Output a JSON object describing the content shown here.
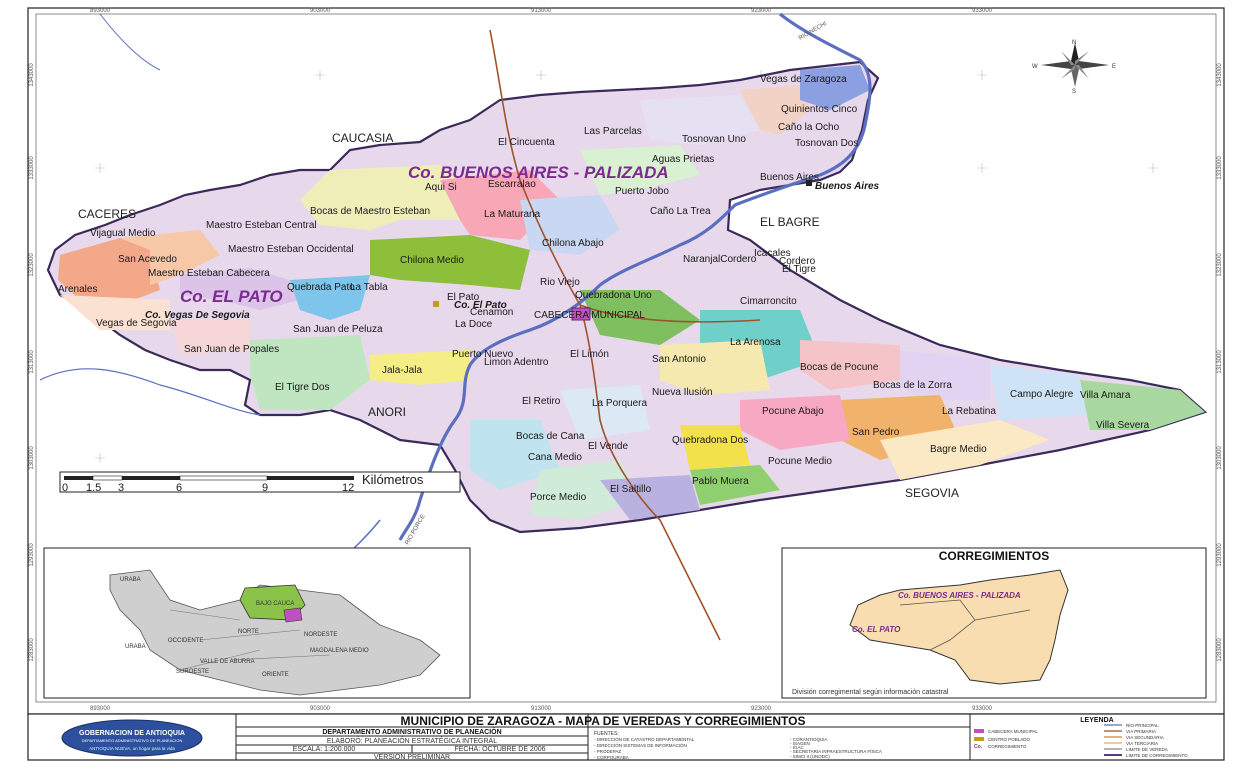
{
  "compass": {
    "n": "N",
    "s": "S",
    "e": "E",
    "w": "W"
  },
  "coords_top": [
    "893000",
    "903000",
    "913000",
    "923000",
    "933000"
  ],
  "coords_bottom": [
    "893000",
    "903000",
    "913000",
    "923000",
    "933000"
  ],
  "coords_left": [
    "1343000",
    "1333000",
    "1323000",
    "1313000",
    "1303000",
    "1293000",
    "1283000"
  ],
  "coords_right": [
    "1343000",
    "1333000",
    "1323000",
    "1313000",
    "1303000",
    "1293000",
    "1283000"
  ],
  "municipalities": {
    "caucasia": "CAUCASIA",
    "caceres": "CACERES",
    "el_bagre": "EL BAGRE",
    "anori": "ANORI",
    "segovia": "SEGOVIA"
  },
  "corregimiento_labels": {
    "buenos_aires": "Co. BUENOS AIRES - PALIZADA",
    "el_pato": "Co. EL PATO"
  },
  "places": {
    "buenos_aires": "Buenos Aires",
    "el_pato": "Co. El Pato",
    "vegas_segovia": "Co. Vegas De Segovia",
    "cabecera": "CABECERA MUNICIPAL"
  },
  "veredas": [
    "Vegas de Zaragoza",
    "Quinientos Cinco",
    "Caño la Ocho",
    "Tosnovan Dos",
    "Tosnovan Uno",
    "Las Parcelas",
    "El Cincuenta",
    "Aguas Prietas",
    "Buenos Aires",
    "Aqui Si",
    "Escarralao",
    "Puerto Jobo",
    "Bocas de Maestro Esteban",
    "Maestro Esteban Central",
    "La Maturana",
    "Caño La Trea",
    "Vijagual Medio",
    "Maestro Esteban Occidental",
    "Chilona Abajo",
    "San Acevedo",
    "Maestro Esteban Cabecera",
    "Chilona Medio",
    "NaranjalCordero",
    "Icacales",
    "Cordero",
    "El Tigre",
    "Arenales",
    "Quebrada Pato",
    "La Tabla",
    "Rio Viejo",
    "El Pato",
    "Cenamon",
    "Quebradona Uno",
    "Cimarroncito",
    "Vegas de Segovia",
    "San Juan de Peluza",
    "La Doce",
    "La Arenosa",
    "San Juan de Popales",
    "Puerto Nuevo",
    "Limon Adentro",
    "El Limón",
    "San Antonio",
    "Bocas de Pocune",
    "Jala-Jala",
    "El Tigre Dos",
    "Bocas de la Zorra",
    "Campo Alegre",
    "Villa Amara",
    "Nueva Ilusión",
    "El Retiro",
    "La Porquera",
    "Pocune Abajo",
    "La Rebatina",
    "Villa Severa",
    "Bocas de Cana",
    "El Vende",
    "Quebradona Dos",
    "San Pedro",
    "Bagre Medio",
    "Cana Medio",
    "Pocune Medio",
    "Pablo Muera",
    "Porce Medio",
    "El Saltillo"
  ],
  "rivers": {
    "nechi": "RIO NECHI",
    "porce": "RIO PORCE"
  },
  "scale": {
    "title": "Kilómetros",
    "ticks": [
      "0",
      "1.5",
      "3",
      "6",
      "9",
      "12"
    ]
  },
  "inset_regions": {
    "uraba": "URABA",
    "uraba2": "URABA",
    "bajo_cauca": "BAJO CAUCA",
    "norte": "NORTE",
    "nordeste": "NORDESTE",
    "occidente": "OCCIDENTE",
    "magdalena_medio": "MAGDALENA MEDIO",
    "valle": "VALLE DE ABURRA",
    "suroeste": "SUROESTE",
    "oriente": "ORIENTE"
  },
  "corregimientos_box": {
    "title": "CORREGIMIENTOS",
    "buenos_aires": "Co. BUENOS AIRES - PALIZADA",
    "el_pato": "Co. EL PATO",
    "caption": "División corregimental según información catastral"
  },
  "footer": {
    "logo_text": "GOBERNACION DE ANTIOQUIA",
    "logo_sub": "DEPARTAMENTO ADMINISTRATIVO DE PLANEACION",
    "logo_motto": "ANTIOQUIA NUEVA, un hogar para la vida",
    "title": "MUNICIPIO DE ZARAGOZA - MAPA DE VEREDAS Y CORREGIMIENTOS",
    "dept": "DEPARTAMENTO ADMINISTRATIVO DE PLANEACIÓN",
    "elaboro": "ELABORÓ: PLANEACIÓN ESTRATÉGICA INTEGRAL",
    "escala": "ESCALA: 1:200.000",
    "fecha": "FECHA: OCTUBRE DE 2006",
    "version": "VERSIÓN PRELIMINAR",
    "fuentes_title": "FUENTES:",
    "fuentes": [
      "- DIRECCIÓN DE CATASTRO DEPARTAMENTAL",
      "- DIRECCIÓN SISTEMAS DE INFORMACIÓN",
      "- PRODEPAZ",
      "- CORPOURABA"
    ],
    "fuentes2": [
      "- CORANTIOQUIA",
      "- ISAGEN",
      "- IGAC",
      "- SECRETARIA INFRAESTRUCTURA FÍSICA",
      "- SIMCI II (UNODC)"
    ],
    "leyenda_title": "LEYENDA",
    "leyenda_left": [
      "CABECERA MUNICIPAL",
      "CENTRO POBLADO",
      "CORREGIMIENTO"
    ],
    "leyenda_left_mark": "Co.",
    "leyenda_right": [
      "RIO PRINCIPAL",
      "VIA PRIMARIA",
      "VIA SECUNDARIA",
      "VIA TERCIARIA",
      "LIMITE DE VEREDA",
      "LIMITE DE CORREGIMIENTO"
    ]
  },
  "colors": {
    "water": "#5a6fc0",
    "road": "#a0522d",
    "boundary": "#5b3a7a",
    "purple_label": "#7b2a8f",
    "green_region": "#8bc34a",
    "corr_fill": "#f7ddb0"
  }
}
